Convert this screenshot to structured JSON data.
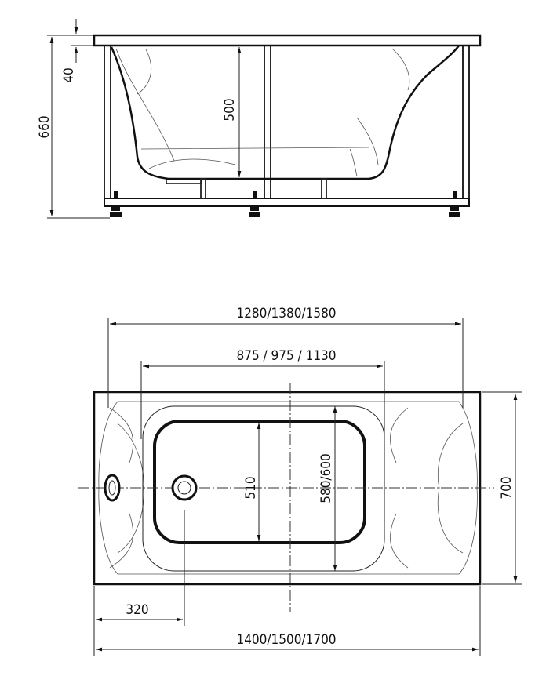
{
  "side_view": {
    "dimensions": {
      "total_height": "660",
      "rim_thickness": "40",
      "depth": "500"
    }
  },
  "plan_view": {
    "dimensions": {
      "inner_length": "1280/1380/1580",
      "basin_length": "875 / 975 / 1130",
      "basin_width": "510",
      "inner_width": "580/600",
      "total_width": "700",
      "drain_offset": "320",
      "total_length": "1400/1500/1700"
    }
  }
}
